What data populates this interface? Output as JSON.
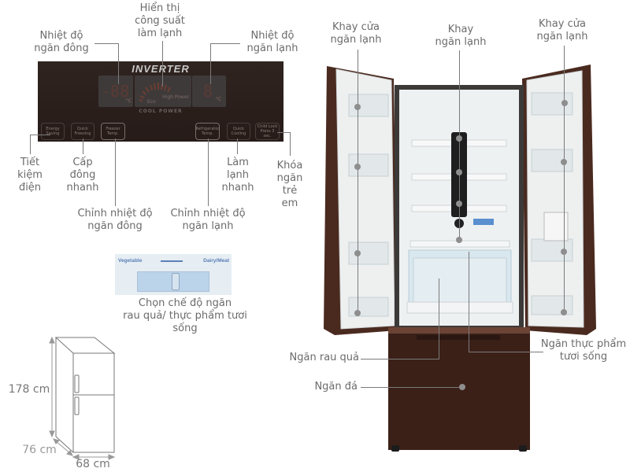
{
  "control_panel": {
    "brand_label": "INVERTER",
    "freezer_display": "-88",
    "fridge_display": "8",
    "unit": "°C",
    "power_scale_low": "Eco",
    "power_scale_high": "High Power",
    "cool_power_label": "COOL POWER",
    "buttons": [
      {
        "label": "Energy\nSaving"
      },
      {
        "label": "Quick\nFreezing"
      },
      {
        "label": "Freezer\nTemp."
      },
      {
        "label": "Refrigerator\nTemp."
      },
      {
        "label": "Quick\nCooling"
      },
      {
        "label": "Child Lock\nPress 3 sec."
      }
    ]
  },
  "panel_callouts": {
    "freezer_temp": "Nhiệt độ\nngăn đông",
    "cooling_power": "Hiển thị\ncông suất\nlàm lạnh",
    "fridge_temp": "Nhiệt độ\nngăn lạnh",
    "energy_saving": "Tiết\nkiệm\nđiện",
    "quick_freezing": "Cấp\nđông\nnhanh",
    "adjust_freezer": "Chỉnh nhiệt độ\nngăn đông",
    "adjust_fridge": "Chỉnh nhiệt độ\nngăn lạnh",
    "quick_cooling": "Làm\nlạnh\nnhanh",
    "child_lock": "Khóa\nngăn\ntrẻ\nem"
  },
  "vegetable_selector": {
    "left_label": "Vegetable",
    "right_label": "Dairy/Meat",
    "caption": "Chọn chế độ ngăn\nrau quả/ thực phẩm tươi sống"
  },
  "dimensions": {
    "height": "178 cm",
    "depth": "76 cm",
    "width": "68 cm"
  },
  "fridge_callouts": {
    "left_door_tray": "Khay cửa\nngăn lạnh",
    "shelf": "Khay\nngăn lạnh",
    "right_door_tray": "Khay cửa\nngăn lạnh",
    "fresh_food": "Ngăn thực phẩm\ntươi sống",
    "vegetable": "Ngăn rau quả",
    "ice": "Ngăn đá"
  },
  "colors": {
    "panel_bg": "#2b1f1c",
    "callout_text": "#6b6b6b",
    "callout_line": "#7a7a7a",
    "fridge_body": "#3a2119",
    "fridge_interior": "#eef1f2"
  }
}
